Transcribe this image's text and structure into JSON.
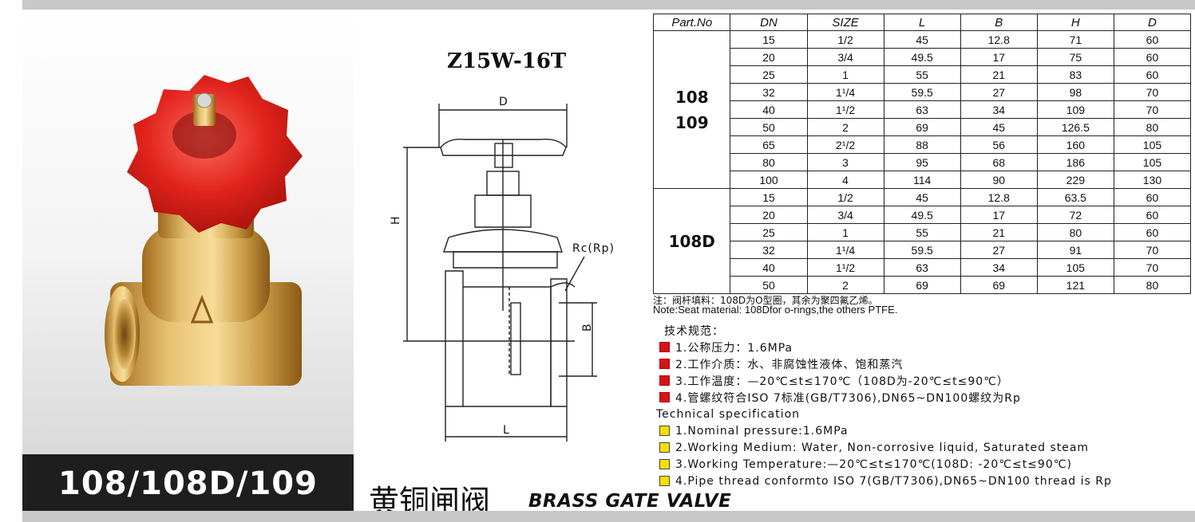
{
  "model_band": "108/108D/109",
  "drawing_title": "Z15W-16T",
  "drawing_labels": {
    "d": "D",
    "h": "H",
    "b": "B",
    "l": "L",
    "rc": "Rc(Rp)"
  },
  "title_cn": "黄铜闸阀",
  "title_en": "BRASS GATE VALVE",
  "table": {
    "headers": [
      "Part.No",
      "DN",
      "SIZE",
      "L",
      "B",
      "H",
      "D"
    ],
    "group1_label_a": "108",
    "group1_label_b": "109",
    "group2_label": "108D",
    "group1_rows": [
      [
        "15",
        "1/2",
        "45",
        "12.8",
        "71",
        "60"
      ],
      [
        "20",
        "3/4",
        "49.5",
        "17",
        "75",
        "60"
      ],
      [
        "25",
        "1",
        "55",
        "21",
        "83",
        "60"
      ],
      [
        "32",
        "1¹/4",
        "59.5",
        "27",
        "98",
        "70"
      ],
      [
        "40",
        "1¹/2",
        "63",
        "34",
        "109",
        "70"
      ],
      [
        "50",
        "2",
        "69",
        "45",
        "126.5",
        "80"
      ],
      [
        "65",
        "2¹/2",
        "88",
        "56",
        "160",
        "105"
      ],
      [
        "80",
        "3",
        "95",
        "68",
        "186",
        "105"
      ],
      [
        "100",
        "4",
        "114",
        "90",
        "229",
        "130"
      ]
    ],
    "group2_rows": [
      [
        "15",
        "1/2",
        "45",
        "12.8",
        "63.5",
        "60"
      ],
      [
        "20",
        "3/4",
        "49.5",
        "17",
        "72",
        "60"
      ],
      [
        "25",
        "1",
        "55",
        "21",
        "80",
        "60"
      ],
      [
        "32",
        "1¹/4",
        "59.5",
        "27",
        "91",
        "70"
      ],
      [
        "40",
        "1¹/2",
        "63",
        "34",
        "105",
        "70"
      ],
      [
        "50",
        "2",
        "69",
        "69",
        "121",
        "80"
      ]
    ]
  },
  "notes": {
    "cn": "注：阀杆填料：108D为O型圈，其余为聚四氟乙烯。",
    "en": "Note:Seat material: 108Dfor o-rings,the others PTFE."
  },
  "spec": {
    "cn_heading": "技术规范：",
    "cn_items": [
      "1.公称压力：1.6MPa",
      "2.工作介质：水、非腐蚀性液体、饱和蒸汽",
      "3.工作温度：—20℃≤t≤170℃（108D为-20℃≤t≤90℃）",
      "4.管螺纹符合ISO 7标准(GB/T7306),DN65~DN100螺纹为Rp"
    ],
    "en_heading": "Technical specification",
    "en_items": [
      "1.Nominal pressure:1.6MPa",
      "2.Working Medium: Water, Non-corrosive liquid, Saturated steam",
      "3.Working Temperature:—20℃≤t≤170℃(108D: -20℃≤t≤90℃)",
      "4.Pipe thread conformto ISO 7(GB/T7306),DN65~DN100 thread is Rp"
    ],
    "colors": {
      "cn_marker": "#d4141c",
      "en_marker": "#f5e000"
    }
  }
}
